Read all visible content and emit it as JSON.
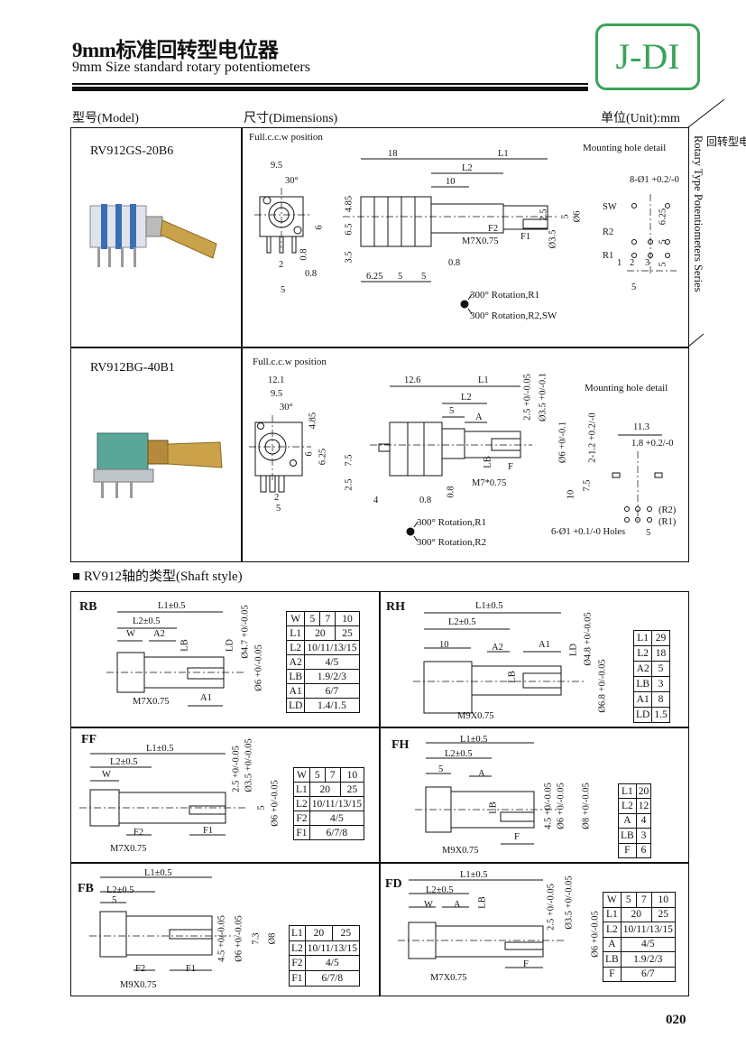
{
  "header": {
    "title_cn": "9mm标准回转型电位器",
    "title_en": "9mm Size  standard  rotary  potentiometers",
    "logo": "J-DI"
  },
  "columns": {
    "model": "型号(Model)",
    "dimensions": "尺寸(Dimensions)",
    "unit": "单位(Unit):mm"
  },
  "side_label": {
    "cn": "回转型电位器",
    "en": "Rotary Type Potentiometers Series"
  },
  "products": [
    {
      "model": "RV912GS-20B6",
      "view_label": "Full.c.c.w position",
      "mount_label": "Mounting hole detail",
      "dims": [
        "9.5",
        "30°",
        "4.85",
        "6.5",
        "3.5",
        "6",
        "0.8",
        "2",
        "0.8",
        "5",
        "18",
        "L1",
        "L2",
        "10",
        "M7X0.75",
        "F2",
        "F1",
        "2.5",
        "5",
        "Ø6",
        "Ø3.5",
        "0.8",
        "6.25",
        "5",
        "5",
        "8-Ø1 +0.2/-0",
        "SW",
        "R2",
        "R1",
        "1",
        "2",
        "3",
        "6.25",
        "5",
        "5",
        "5"
      ],
      "rotation": [
        "300° Rotation,R1",
        "300° Rotation,R2,SW"
      ]
    },
    {
      "model": "RV912BG-40B1",
      "view_label": "Full.c.c.w position",
      "mount_label": "Mounting hole detail",
      "dims": [
        "12.1",
        "9.5",
        "30°",
        "4.85",
        "6",
        "6.25",
        "2",
        "5",
        "12.6",
        "L1",
        "L2",
        "5",
        "A",
        "2.5 +0/-0.05",
        "Ø3.5 +0/-0.1",
        "Ø6 +0/-0.1",
        "LB",
        "F",
        "M7*0.75",
        "7.5",
        "2.5",
        "4",
        "0.8",
        "0.8",
        "11.3",
        "1.8 +0.2/-0",
        "2-1.2 +0.2/-0",
        "10",
        "7.5",
        "(R2)",
        "(R1)",
        "6-Ø1 +0.1/-0 Holes",
        "5"
      ],
      "rotation": [
        "300° Rotation,R1",
        "300° Rotation,R2"
      ]
    }
  ],
  "shaft_section": {
    "bullet": "■",
    "title": "RV912轴的类型(Shaft style)",
    "panels": [
      {
        "code": "RB",
        "dims": [
          "L1±0.5",
          "L2±0.5",
          "W",
          "A2",
          "LB",
          "LD",
          "Ø4.7 +0/-0.05",
          "Ø6 +0/-0.05",
          "M7X0.75",
          "A1"
        ],
        "table": [
          {
            "key": "W",
            "values": [
              "5",
              "7",
              "10"
            ]
          },
          {
            "key": "L1",
            "values": [
              "20",
              "25"
            ]
          },
          {
            "key": "L2",
            "values": [
              "10/11/13/15"
            ]
          },
          {
            "key": "A2",
            "values": [
              "4/5"
            ]
          },
          {
            "key": "LB",
            "values": [
              "1.9/2/3"
            ]
          },
          {
            "key": "A1",
            "values": [
              "6/7"
            ]
          },
          {
            "key": "LD",
            "values": [
              "1.4/1.5"
            ]
          }
        ]
      },
      {
        "code": "RH",
        "dims": [
          "L1±0.5",
          "L2±0.5",
          "10",
          "A2",
          "A1",
          "LD",
          "Ø4.8 +0/-0.05",
          "LB",
          "Ø6.8 +0/-0.05",
          "M9X0.75"
        ],
        "table": [
          {
            "key": "L1",
            "values": [
              "29"
            ]
          },
          {
            "key": "L2",
            "values": [
              "18"
            ]
          },
          {
            "key": "A2",
            "values": [
              "5"
            ]
          },
          {
            "key": "LB",
            "values": [
              "3"
            ]
          },
          {
            "key": "A1",
            "values": [
              "8"
            ]
          },
          {
            "key": "LD",
            "values": [
              "1.5"
            ]
          }
        ]
      },
      {
        "code": "FF",
        "dims": [
          "L1±0.5",
          "L2±0.5",
          "W",
          "2.5 +0/-0.05",
          "Ø3.5 +0/-0.05",
          "5",
          "Ø6 +0/-0.05",
          "F2",
          "F1",
          "M7X0.75"
        ],
        "table": [
          {
            "key": "W",
            "values": [
              "5",
              "7",
              "10"
            ]
          },
          {
            "key": "L1",
            "values": [
              "20",
              "25"
            ]
          },
          {
            "key": "L2",
            "values": [
              "10/11/13/15"
            ]
          },
          {
            "key": "F2",
            "values": [
              "4/5"
            ]
          },
          {
            "key": "F1",
            "values": [
              "6/7/8"
            ]
          }
        ]
      },
      {
        "code": "FH",
        "dims": [
          "L1±0.5",
          "L2±0.5",
          "5",
          "A",
          "LB",
          "4.5 +0/-0.05",
          "Ø6 +0/-0.05",
          "Ø8 +0/-0.05",
          "F",
          "M9X0.75"
        ],
        "table": [
          {
            "key": "L1",
            "values": [
              "20"
            ]
          },
          {
            "key": "L2",
            "values": [
              "12"
            ]
          },
          {
            "key": "A",
            "values": [
              "4"
            ]
          },
          {
            "key": "LB",
            "values": [
              "3"
            ]
          },
          {
            "key": "F",
            "values": [
              "6"
            ]
          }
        ]
      },
      {
        "code": "FB",
        "dims": [
          "L1±0.5",
          "L2±0.5",
          "5",
          "4.5 +0/-0.05",
          "Ø6 +0/-0.05",
          "7.3",
          "Ø8",
          "F2",
          "F1",
          "M9X0.75"
        ],
        "table": [
          {
            "key": "L1",
            "values": [
              "20",
              "25"
            ]
          },
          {
            "key": "L2",
            "values": [
              "10/11/13/15"
            ]
          },
          {
            "key": "F2",
            "values": [
              "4/5"
            ]
          },
          {
            "key": "F1",
            "values": [
              "6/7/8"
            ]
          }
        ]
      },
      {
        "code": "FD",
        "dims": [
          "L1±0.5",
          "L2±0.5",
          "W",
          "A",
          "LB",
          "2.5 +0/-0.05",
          "Ø3.5 +0/-0.05",
          "Ø6 +0/-0.05",
          "F",
          "M7X0.75"
        ],
        "table": [
          {
            "key": "W",
            "values": [
              "5",
              "7",
              "10"
            ]
          },
          {
            "key": "L1",
            "values": [
              "20",
              "25"
            ]
          },
          {
            "key": "L2",
            "values": [
              "10/11/13/15"
            ]
          },
          {
            "key": "A",
            "values": [
              "4/5"
            ]
          },
          {
            "key": "LB",
            "values": [
              "1.9/2/3"
            ]
          },
          {
            "key": "F",
            "values": [
              "6/7"
            ]
          }
        ]
      }
    ]
  },
  "page_number": "020",
  "colors": {
    "logo_green": "#3aa35a",
    "ink": "#111111"
  }
}
